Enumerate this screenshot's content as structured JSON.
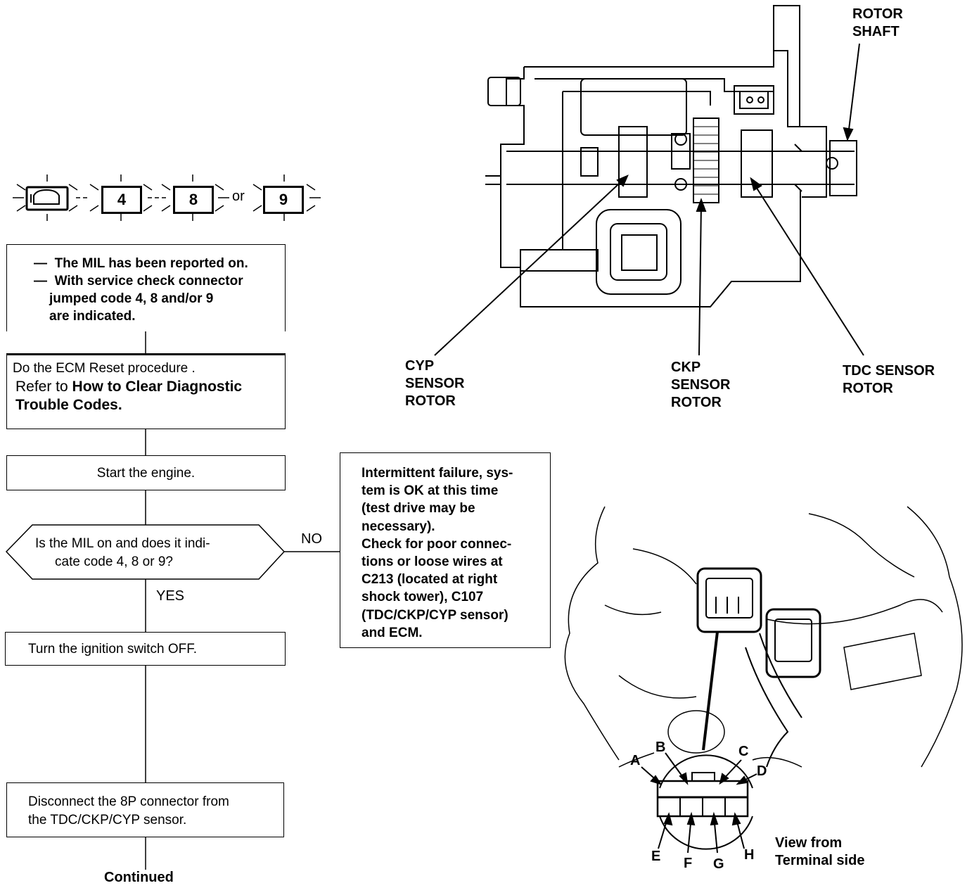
{
  "header": {
    "codes": [
      "4",
      "8",
      "9"
    ],
    "or_label": "or"
  },
  "flow": {
    "box1": {
      "line1": "The MIL has been reported on.",
      "line2": "With service check connector",
      "line3": "jumped code  4, 8 and/or 9",
      "line4": "are indicated."
    },
    "box2": {
      "line1": "Do the ECM Reset procedure .",
      "line2_prefix": "Refer to ",
      "line2_bold": "How to Clear Diagnostic",
      "line3": "Trouble Codes."
    },
    "box3": "Start the engine.",
    "decision": {
      "line1": "Is the MIL on and does it indi-",
      "line2": "cate code 4, 8 or 9?"
    },
    "no_label": "NO",
    "yes_label": "YES",
    "box4": "Turn the ignition switch OFF.",
    "box5": {
      "line1": "Disconnect the 8P connector from",
      "line2": "the TDC/CKP/CYP sensor."
    },
    "side_box": {
      "lines": [
        "Intermittent failure, sys-",
        "tem is OK at this time",
        "(test  drive  may  be",
        "necessary).",
        "Check for poor connec-",
        "tions or loose wires at",
        "C213 (located at right",
        "shock  tower), C107",
        "(TDC/CKP/CYP sensor)",
        "and ECM."
      ]
    },
    "continued": "Continued"
  },
  "diagram": {
    "rotor_shaft": [
      "ROTOR",
      "SHAFT"
    ],
    "cyp": [
      "CYP",
      "SENSOR",
      "ROTOR"
    ],
    "ckp": [
      "CKP",
      "SENSOR",
      "ROTOR"
    ],
    "tdc": [
      "TDC SENSOR",
      "ROTOR"
    ]
  },
  "connector": {
    "terminals_top": [
      "A",
      "B",
      "C",
      "D"
    ],
    "terminals_bottom": [
      "E",
      "F",
      "G",
      "H"
    ],
    "view_label": [
      "View from",
      "Terminal side"
    ]
  }
}
